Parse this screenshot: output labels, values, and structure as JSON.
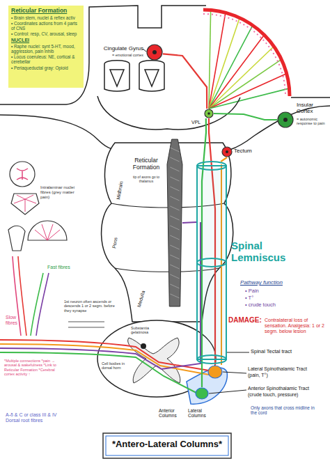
{
  "diagram": {
    "title": "*Antero-Lateral Columns*",
    "nodes": [
      {
        "text": [
          "Reticular Formation",
          "• Brain stem, nuclei & reflex activ",
          "• Coordinates actions from 4 parts of CNS",
          "• Control: resp, CV, arousal, sleep",
          "NUCLEI",
          "• Raphe nuclei: synt 5-HT, mood, aggression, pain inhib",
          "• Locus coeruleus: NE, cortical & cerebellar",
          "• Periaqueductal gray: Opioid"
        ]
      },
      {
        "text": [
          "Cingulate Gyrus",
          "= emotional cortex"
        ]
      },
      {
        "text": [
          "Insular Cortex",
          "= autonomic response to pain"
        ]
      },
      {
        "text": [
          "VPL"
        ]
      },
      {
        "text": [
          "Tectum"
        ]
      },
      {
        "text": [
          "Reticular Formation",
          "tip of axons go to thalamus"
        ]
      },
      {
        "text": [
          "Spinal Lemniscus"
        ]
      },
      {
        "text": [
          "Lateral Spinothalamic Tract",
          "(pain, T°)"
        ]
      },
      {
        "text": [
          "Anterior Spinothalamic Tract",
          "(crude touch, pressure)"
        ]
      }
    ],
    "edges": [
      {
        "from": 7,
        "to": 3,
        "arrow": "none"
      },
      {
        "from": 8,
        "to": 3,
        "arrow": "none"
      },
      {
        "from": 3,
        "to": 1,
        "arrow": "none"
      },
      {
        "from": 3,
        "to": 2,
        "arrow": "none"
      },
      {
        "from": 6,
        "to": 4,
        "arrow": "none"
      },
      {
        "from": 6,
        "to": 5,
        "arrow": "none"
      }
    ],
    "labels": [
      "Midbrain",
      "Pons",
      "Medulla",
      "Pathway function",
      "• Pain",
      "• T°",
      "• crude touch",
      "DAMAGE:",
      "Contralateral loss of sensation. Analgesia: 1 or 2 segm. below lesion",
      "Spinal Tectal tract",
      "Only axons that cross midline in the cord",
      "Anterior Columns",
      "Lateral Columns",
      "Intralaminar nuclei fibres (grey matter pain)",
      "Fast fibres",
      "Slow fibres",
      "*Multiple connections *pain → arousal & wakefulness *Link to Reticular Formation *Cerebral cortex activity ↑",
      "A-δ & C or class III & IV Dorsal root fibres",
      "1st neuron often ascends or descends 1 or 2 segm. before they synapse",
      "Substantia gelatinosa",
      "Cell bodies in dorsal horn"
    ]
  }
}
